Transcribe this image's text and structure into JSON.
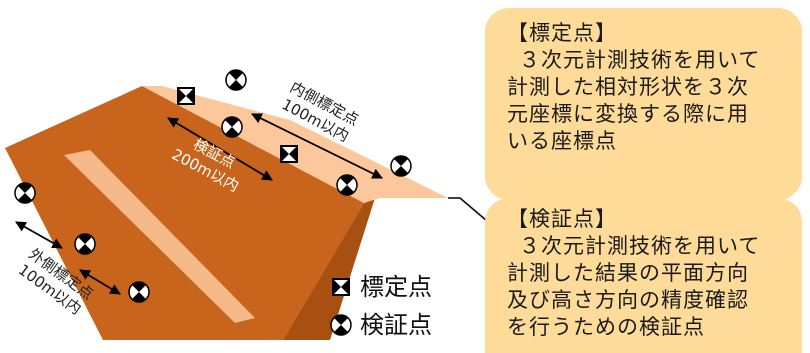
{
  "diagram": {
    "colors": {
      "embankment_front": "#c8641b",
      "embankment_dark": "#b15413",
      "embankment_top": "#fcc79a",
      "berm_stripe": "#f5b98a",
      "callout_fill": "#fedb99"
    },
    "labels": {
      "inner_ref": [
        "内側標定点",
        "100m以内"
      ],
      "verify": [
        "検証点",
        "200m以内"
      ],
      "outer_ref": [
        "外側標定点",
        "100m以内"
      ]
    },
    "legend": {
      "ref_label": "標定点",
      "ver_label": "検証点",
      "ref_icon": "square-x-icon",
      "ver_icon": "circle-x-icon"
    },
    "callouts": {
      "ref": {
        "title": "【標定点】",
        "lines": [
          "３次元計測技術を用いて",
          "計測した相対形状を３次",
          "元座標に変換する際に用",
          "いる座標点"
        ]
      },
      "verify": {
        "title": "【検証点】",
        "lines": [
          "３次元計測技術を用いて",
          "計測した結果の平面方向",
          "及び高さ方向の精度確認",
          "を行うための検証点"
        ]
      }
    }
  }
}
